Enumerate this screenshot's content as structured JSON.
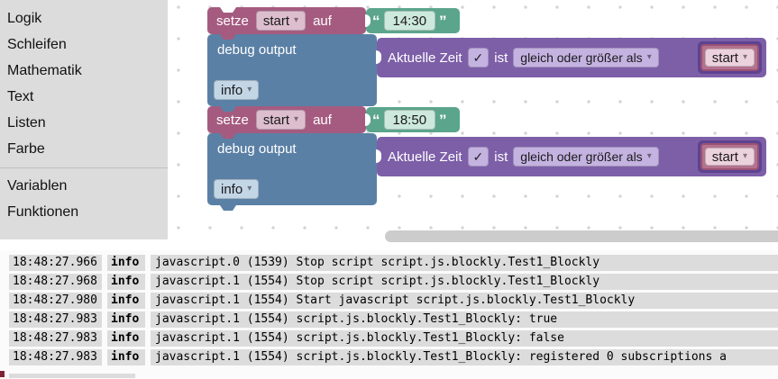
{
  "colors": {
    "sidebar_bg": "#dcdcdc",
    "variable_block": "#a55b80",
    "string_block": "#5ba58c",
    "debug_block": "#5b80a5",
    "compare_block": "#7d5fa8",
    "log_row_bg": "#dcdcdc"
  },
  "glyphs": {
    "dropdown_arrow": "▾",
    "quote_open": "“",
    "quote_close": "”"
  },
  "sidebar": {
    "items": [
      "Logik",
      "Schleifen",
      "Mathematik",
      "Text",
      "Listen",
      "Farbe"
    ],
    "items_bottom": [
      "Variablen",
      "Funktionen"
    ]
  },
  "workspace": {
    "groups": [
      {
        "set_kw": "setze",
        "var_name": "start",
        "to_kw": "auf",
        "string_value": "14:30",
        "debug_label": "debug output",
        "log_level": "info",
        "cond_label": "Aktuelle Zeit",
        "check_glyph": "✓",
        "is_kw": "ist",
        "operator": "gleich oder größer als",
        "cond_var": "start"
      },
      {
        "set_kw": "setze",
        "var_name": "start",
        "to_kw": "auf",
        "string_value": "18:50",
        "debug_label": "debug output",
        "log_level": "info",
        "cond_label": "Aktuelle Zeit",
        "check_glyph": "✓",
        "is_kw": "ist",
        "operator": "gleich oder größer als",
        "cond_var": "start"
      }
    ]
  },
  "log": {
    "rows": [
      {
        "time": "18:48:27.966",
        "level": "info",
        "message": "javascript.0 (1539) Stop script script.js.blockly.Test1_Blockly"
      },
      {
        "time": "18:48:27.968",
        "level": "info",
        "message": "javascript.1 (1554) Stop script script.js.blockly.Test1_Blockly"
      },
      {
        "time": "18:48:27.980",
        "level": "info",
        "message": "javascript.1 (1554) Start javascript script.js.blockly.Test1_Blockly"
      },
      {
        "time": "18:48:27.983",
        "level": "info",
        "message": "javascript.1 (1554) script.js.blockly.Test1_Blockly: true"
      },
      {
        "time": "18:48:27.983",
        "level": "info",
        "message": "javascript.1 (1554) script.js.blockly.Test1_Blockly: false"
      },
      {
        "time": "18:48:27.983",
        "level": "info",
        "message": "javascript.1 (1554) script.js.blockly.Test1_Blockly: registered 0 subscriptions a"
      }
    ]
  }
}
